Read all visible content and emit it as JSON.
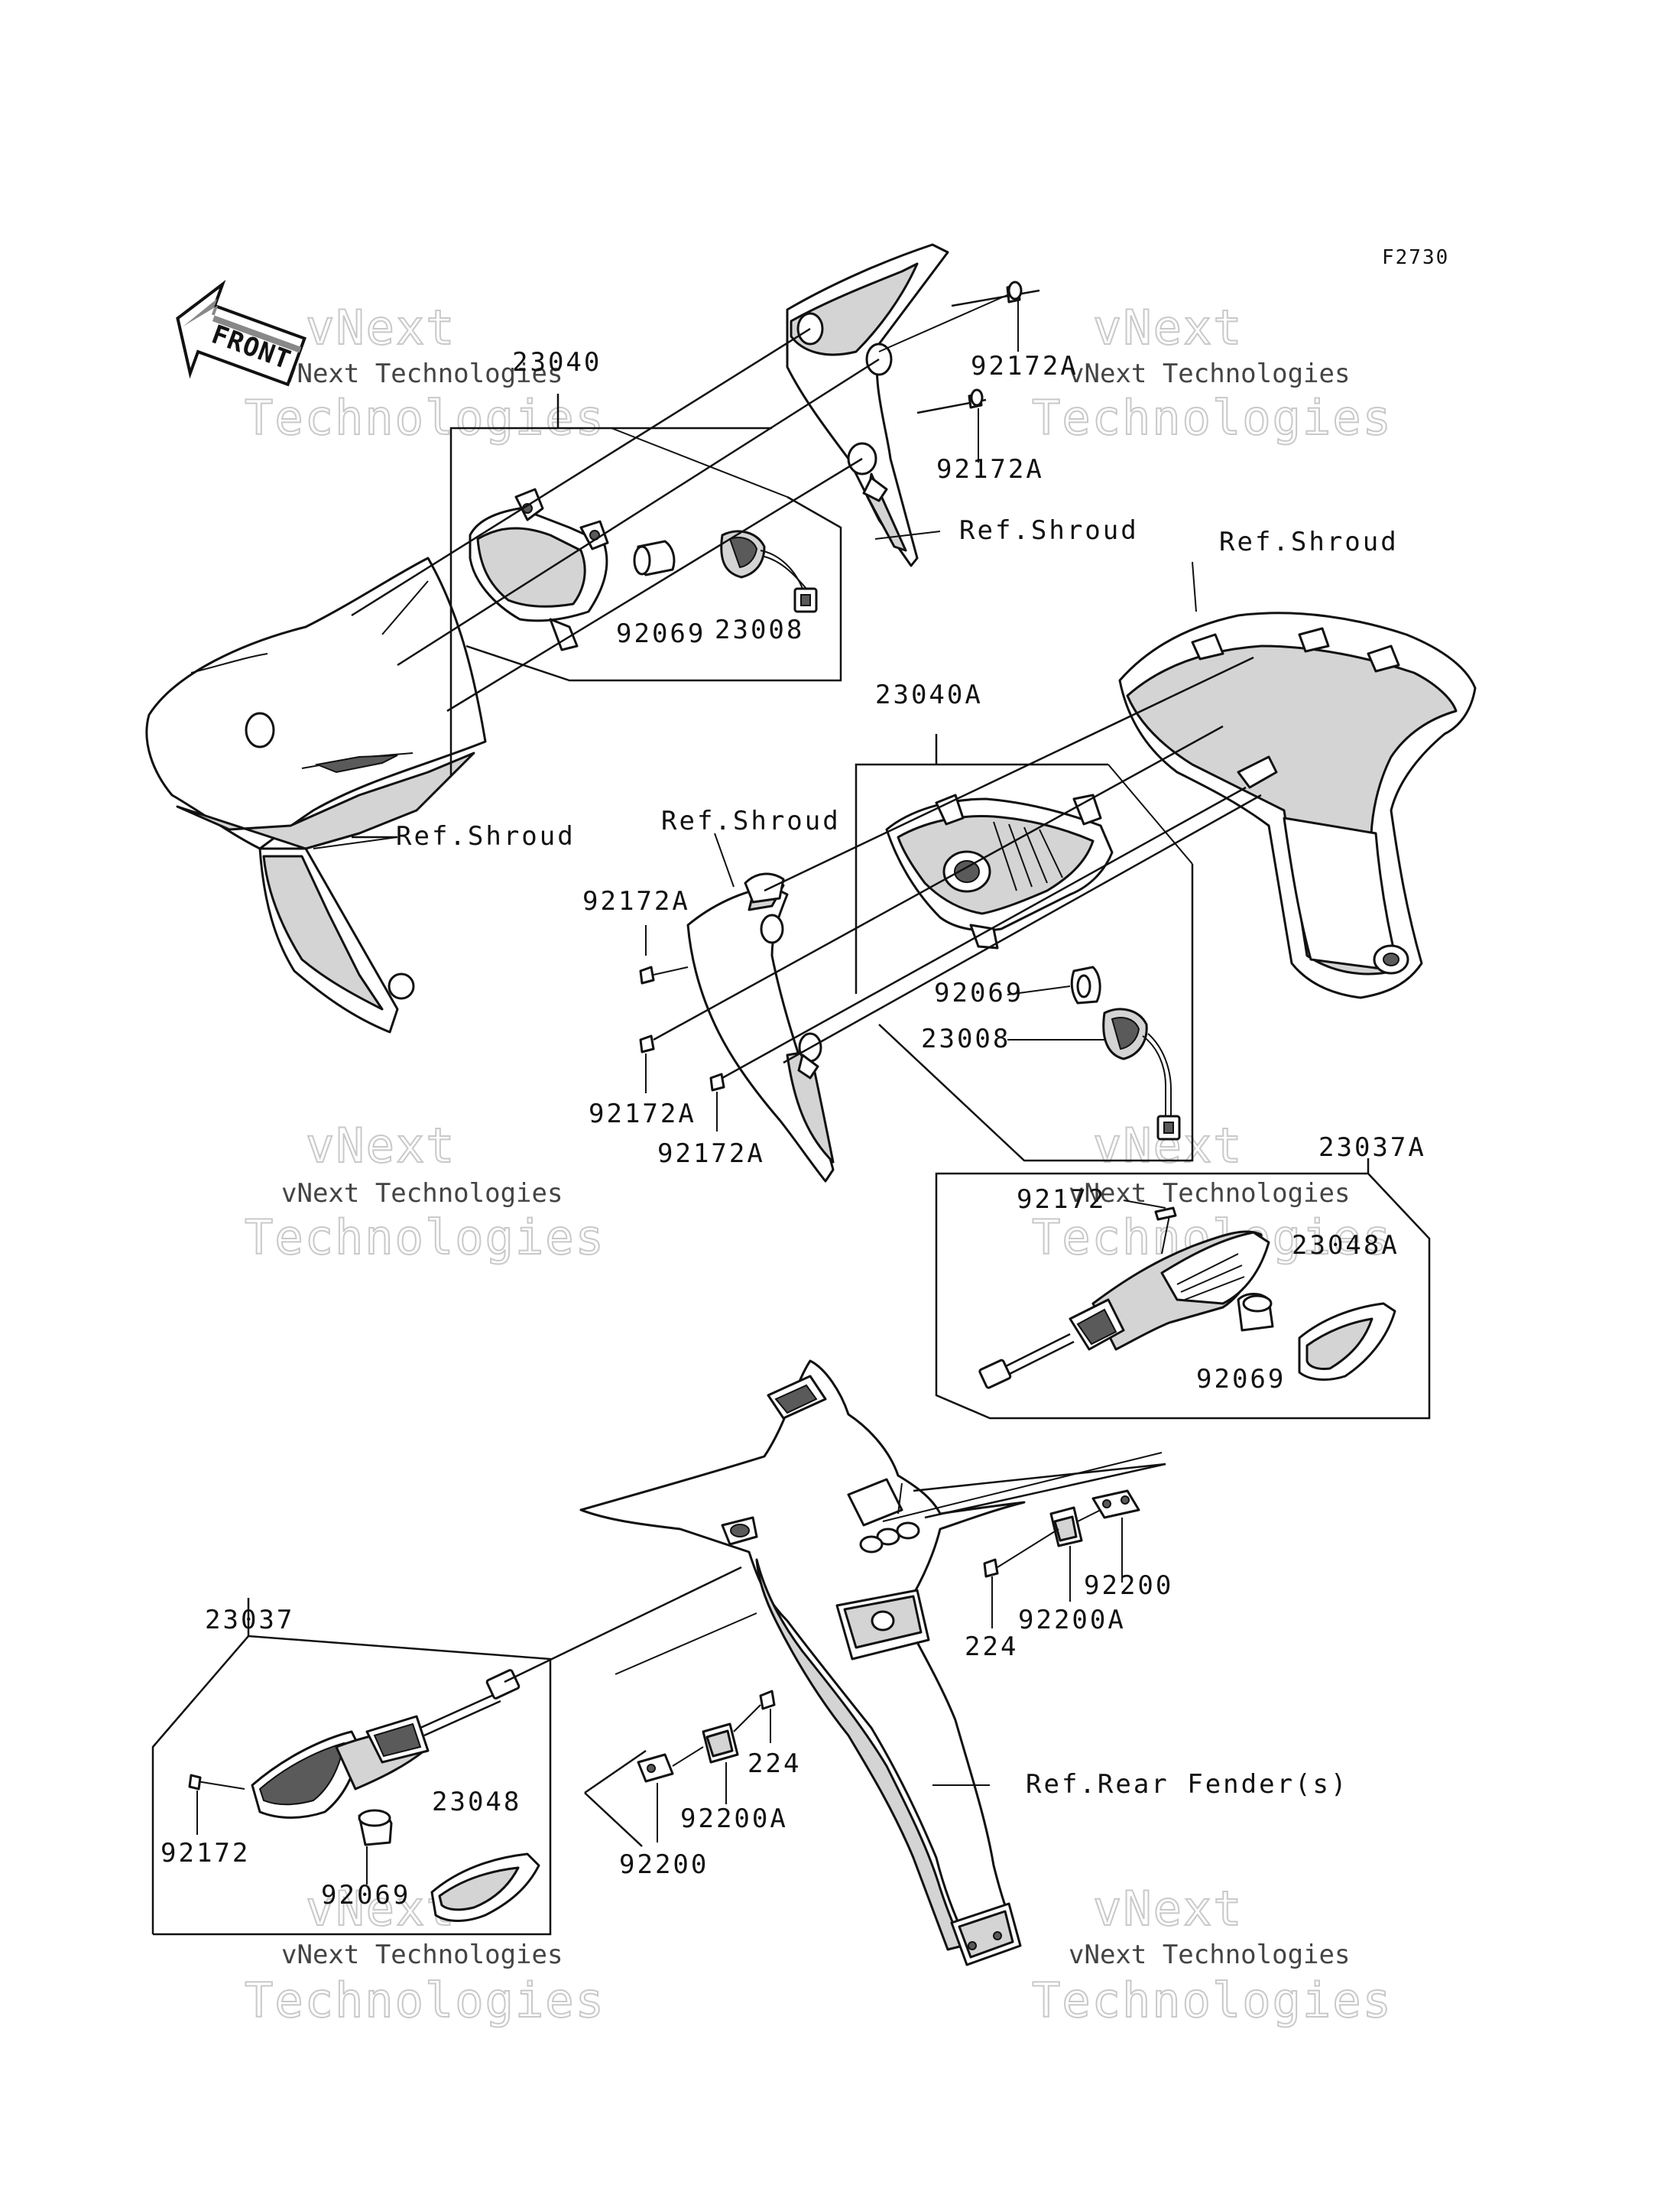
{
  "figure_code": "F2730",
  "front_arrow_label": "FRONT",
  "watermark": {
    "line1": "vNext Technologies",
    "line2_a": "vNext",
    "line2_b": "Technologies"
  },
  "callouts": {
    "c_23040": "23040",
    "c_92172A_1": "92172A",
    "c_92172A_2": "92172A",
    "c_ref_shroud_1": "Ref.Shroud",
    "c_92069_1": "92069",
    "c_23008_1": "23008",
    "c_ref_shroud_2": "Ref.Shroud",
    "c_ref_shroud_3": "Ref.Shroud",
    "c_23040A": "23040A",
    "c_ref_shroud_4": "Ref.Shroud",
    "c_92172A_3": "92172A",
    "c_92069_2": "92069",
    "c_23008_2": "23008",
    "c_92172A_4": "92172A",
    "c_92172A_5": "92172A",
    "c_23037A": "23037A",
    "c_92172_1": "92172",
    "c_23048A": "23048A",
    "c_92069_3": "92069",
    "c_92200_1": "92200",
    "c_92200A_1": "92200A",
    "c_224_1": "224",
    "c_23037": "23037",
    "c_224_2": "224",
    "c_92200A_2": "92200A",
    "c_92200_2": "92200",
    "c_ref_rear_fender": "Ref.Rear Fender(s)",
    "c_92172_2": "92172",
    "c_23048": "23048",
    "c_92069_4": "92069"
  }
}
